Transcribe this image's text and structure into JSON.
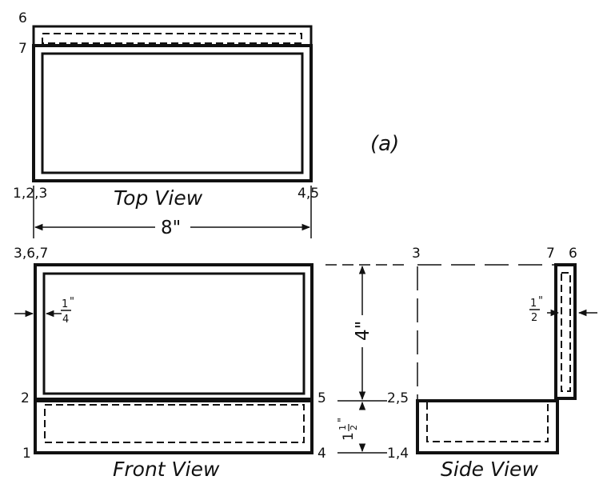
{
  "figure_label": "(a)",
  "views": {
    "top": {
      "caption": "Top View"
    },
    "front": {
      "caption": "Front View"
    },
    "side": {
      "caption": "Side View"
    }
  },
  "points": {
    "top_p6": "6",
    "top_p7": "7",
    "top_p123": "1,2,3",
    "top_p45": "4,5",
    "front_p367": "3,6,7",
    "front_p2": "2",
    "front_p1": "1",
    "front_p5": "5",
    "front_p4": "4",
    "side_p3": "3",
    "side_p7": "7",
    "side_p6": "6",
    "side_p25": "2,5",
    "side_p14": "1,4"
  },
  "dimensions": {
    "width": "8\"",
    "height": "4\"",
    "base_num": "1",
    "base_frac_num": "1",
    "base_frac_den": "2",
    "base_inch": "\"",
    "front_thick_num": "1",
    "front_thick_inch": "\"",
    "front_thick_den": "4",
    "side_thick_num": "1",
    "side_thick_inch": "\"",
    "side_thick_den": "2"
  },
  "colors": {
    "ink": "#111111",
    "paper": "#ffffff"
  }
}
